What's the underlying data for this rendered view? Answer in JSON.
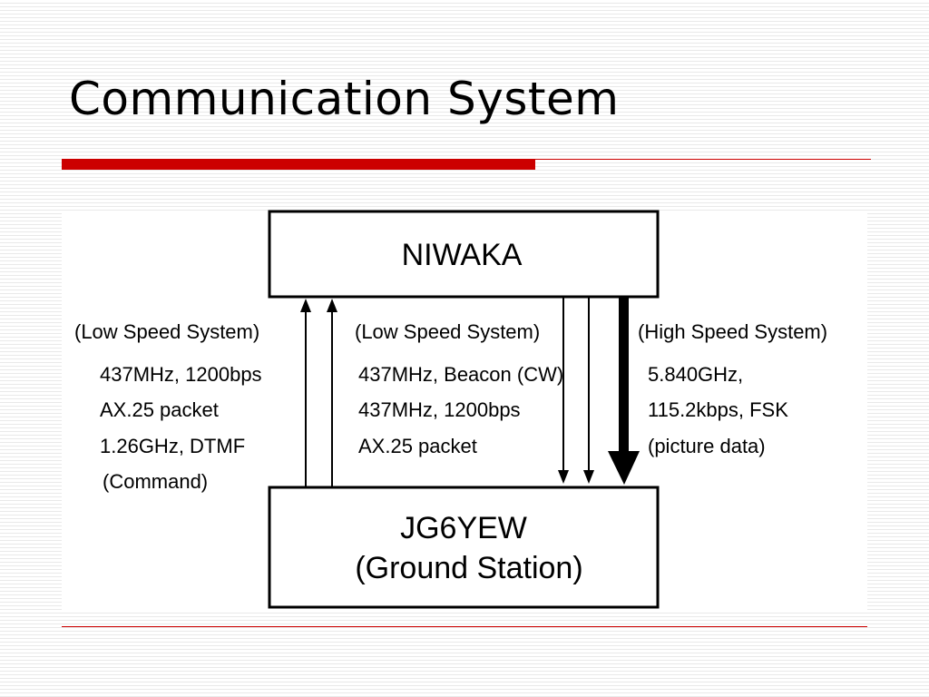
{
  "slide": {
    "title": "Communication System"
  },
  "diagram": {
    "top_box": {
      "label": "NIWAKA"
    },
    "bottom_box": {
      "line1": "JG6YEW",
      "line2": "(Ground Station)"
    },
    "uplink_low_speed": {
      "heading": "(Low Speed System)",
      "lines": [
        "437MHz, 1200bps",
        "AX.25 packet",
        "1.26GHz, DTMF",
        "(Command)"
      ]
    },
    "downlink_low_speed": {
      "heading": "(Low Speed System)",
      "lines": [
        "437MHz, Beacon (CW)",
        "437MHz, 1200bps",
        "AX.25 packet"
      ]
    },
    "downlink_high_speed": {
      "heading": "(High Speed System)",
      "lines": [
        "5.840GHz,",
        "115.2kbps, FSK",
        "(picture data)"
      ]
    }
  },
  "colors": {
    "accent": "#cc0000",
    "ink": "#000000",
    "stripe": "#e9e9e9"
  }
}
